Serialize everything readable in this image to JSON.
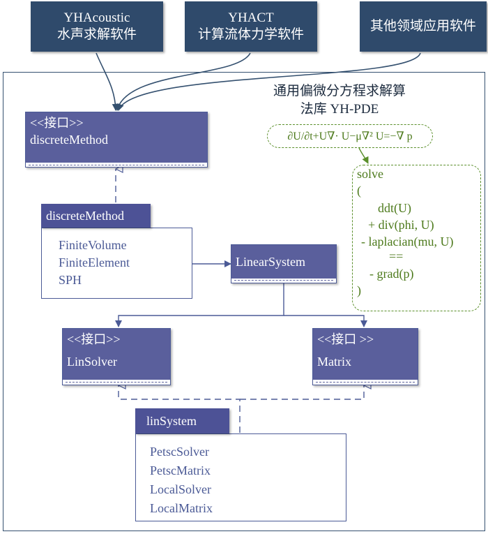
{
  "top_boxes": [
    {
      "line1": "YHAcoustic",
      "line2": "水声求解软件"
    },
    {
      "line1": "YHACT",
      "line2": "计算流体力学软件"
    },
    {
      "line1": "其他领域应用软件"
    }
  ],
  "library": {
    "title_line1": "通用偏微分方程求解算",
    "title_line2": "法库 YH-PDE"
  },
  "equation": {
    "text": "∂U/∂t+U∇· U−μ∇² U=−∇ p"
  },
  "solve_code": [
    "solve",
    "(",
    "ddt(U)",
    "+ div(phi, U)",
    "- laplacian(mu, U)",
    "==",
    "- grad(p)",
    ")"
  ],
  "interface_discrete": {
    "stereotype": "<<接口>>",
    "name": "discreteMethod"
  },
  "discrete_impl": {
    "tab": "discreteMethod",
    "items": [
      "FiniteVolume",
      "FiniteElement",
      "SPH"
    ]
  },
  "linear_system": {
    "name": "LinearSystem"
  },
  "interface_linsolver": {
    "stereotype": "<<接口>>",
    "name": "LinSolver"
  },
  "interface_matrix": {
    "stereotype": "<<接口 >>",
    "name": "Matrix"
  },
  "lin_system_impl": {
    "tab": "linSystem",
    "items": [
      "PetscSolver",
      "PetscMatrix",
      "LocalSolver",
      "LocalMatrix"
    ]
  }
}
